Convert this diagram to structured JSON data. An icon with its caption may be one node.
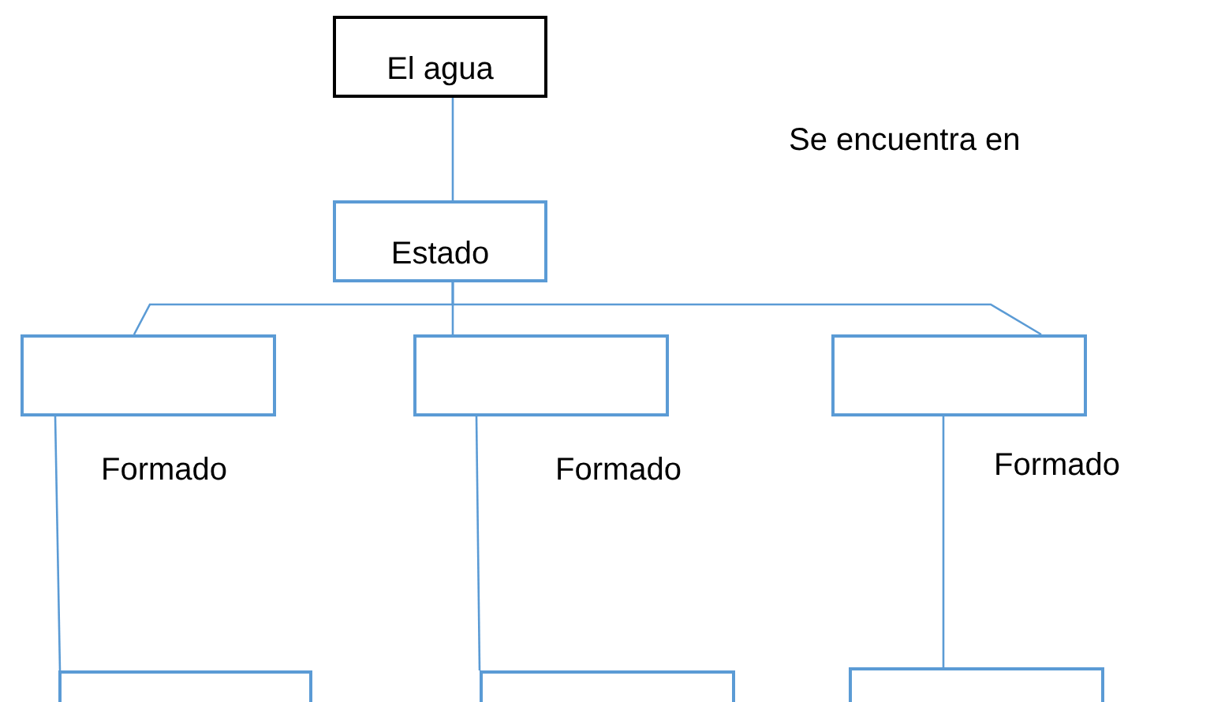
{
  "diagram": {
    "nodes": [
      {
        "text": [
          "El agua"
        ]
      },
      {
        "text": [
          "Estado"
        ]
      },
      {
        "text": [],
        "shape": "box"
      },
      {
        "text": [],
        "shape": "box"
      },
      {
        "text": [],
        "shape": "box"
      },
      {
        "text": [],
        "shape": "box"
      },
      {
        "text": [],
        "shape": "box"
      },
      {
        "text": [],
        "shape": "box"
      }
    ],
    "edges": [
      {
        "from": 0,
        "to": 1,
        "arrow": "none"
      },
      {
        "from": 1,
        "to": 2,
        "arrow": "none"
      },
      {
        "from": 1,
        "to": 3,
        "arrow": "none"
      },
      {
        "from": 1,
        "to": 4,
        "arrow": "none"
      },
      {
        "from": 2,
        "to": 5,
        "arrow": "none",
        "label": "Formado"
      },
      {
        "from": 3,
        "to": 6,
        "arrow": "none",
        "label": "Formado"
      },
      {
        "from": 4,
        "to": 7,
        "arrow": "none",
        "label": "Formado"
      }
    ],
    "labels": [
      "Se encuentra en"
    ]
  }
}
